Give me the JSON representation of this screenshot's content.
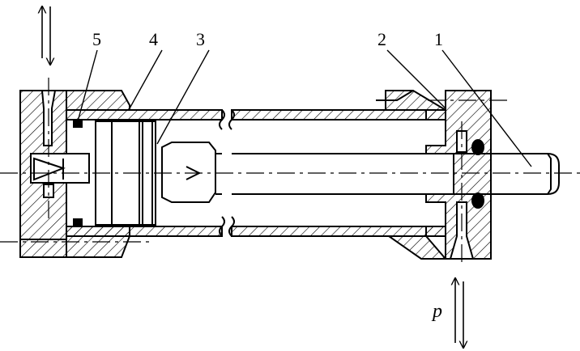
{
  "labels": {
    "part1": "1",
    "part2": "2",
    "part3": "3",
    "part4": "4",
    "part5": "5",
    "pressure": "p"
  }
}
